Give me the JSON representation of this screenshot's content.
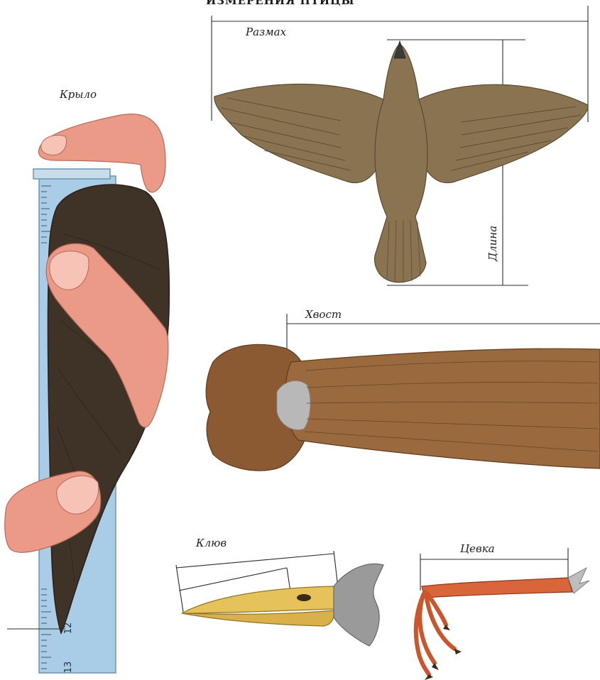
{
  "header": {
    "title": "ИЗМЕРЕНИЯ ПТИЦЫ"
  },
  "labels": {
    "wingspan": "Размах",
    "length": "Длина",
    "wing": "Крыло",
    "tail": "Хвост",
    "beak": "Клюв",
    "tarsus": "Цевка"
  },
  "ruler": {
    "numbers": [
      "12",
      "13"
    ]
  },
  "colors": {
    "bird_body": "#8a7350",
    "wing_dark": "#3f3226",
    "tail_brown": "#9a6a3e",
    "skin": "#ec9a88",
    "ruler": "#a9cde6",
    "beak": "#e6c25a",
    "leg": "#d9663a"
  }
}
